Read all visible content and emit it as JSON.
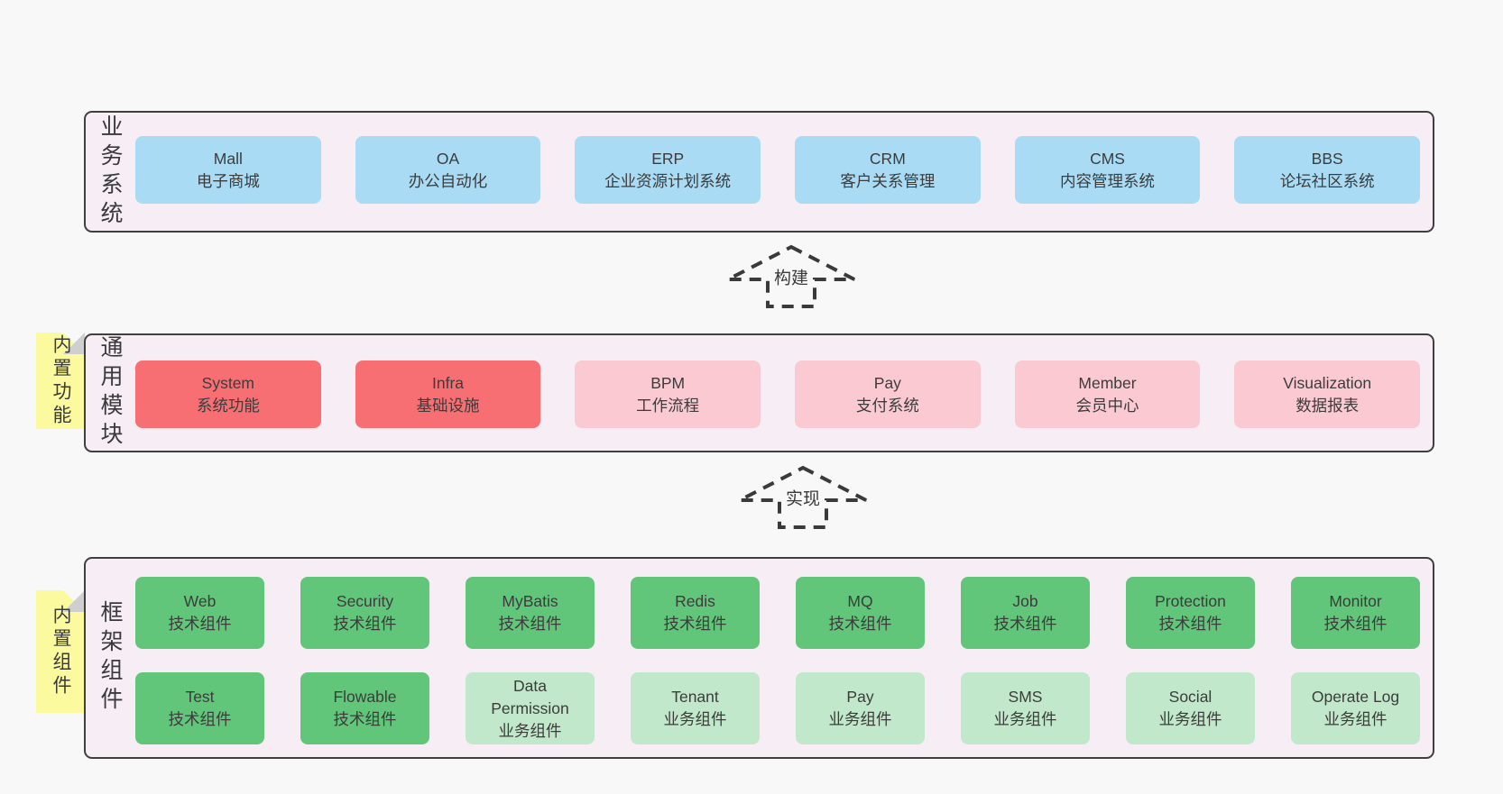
{
  "layers": {
    "business": {
      "label": "业务系统",
      "items": [
        {
          "title": "Mall",
          "subtitle": "电子商城"
        },
        {
          "title": "OA",
          "subtitle": "办公自动化"
        },
        {
          "title": "ERP",
          "subtitle": "企业资源计划系统"
        },
        {
          "title": "CRM",
          "subtitle": "客户关系管理"
        },
        {
          "title": "CMS",
          "subtitle": "内容管理系统"
        },
        {
          "title": "BBS",
          "subtitle": "论坛社区系统"
        }
      ]
    },
    "modules": {
      "label": "通用模块",
      "note": "内置功能",
      "items": [
        {
          "title": "System",
          "subtitle": "系统功能"
        },
        {
          "title": "Infra",
          "subtitle": "基础设施"
        },
        {
          "title": "BPM",
          "subtitle": "工作流程"
        },
        {
          "title": "Pay",
          "subtitle": "支付系统"
        },
        {
          "title": "Member",
          "subtitle": "会员中心"
        },
        {
          "title": "Visualization",
          "subtitle": "数据报表"
        }
      ]
    },
    "components": {
      "label": "框架组件",
      "note": "内置组件",
      "row1": [
        {
          "title": "Web",
          "subtitle": "技术组件"
        },
        {
          "title": "Security",
          "subtitle": "技术组件"
        },
        {
          "title": "MyBatis",
          "subtitle": "技术组件"
        },
        {
          "title": "Redis",
          "subtitle": "技术组件"
        },
        {
          "title": "MQ",
          "subtitle": "技术组件"
        },
        {
          "title": "Job",
          "subtitle": "技术组件"
        },
        {
          "title": "Protection",
          "subtitle": "技术组件"
        },
        {
          "title": "Monitor",
          "subtitle": "技术组件"
        }
      ],
      "row2": [
        {
          "title": "Test",
          "subtitle": "技术组件"
        },
        {
          "title": "Flowable",
          "subtitle": "技术组件"
        },
        {
          "title": "Data Permission",
          "subtitle": "业务组件"
        },
        {
          "title": "Tenant",
          "subtitle": "业务组件"
        },
        {
          "title": "Pay",
          "subtitle": "业务组件"
        },
        {
          "title": "SMS",
          "subtitle": "业务组件"
        },
        {
          "title": "Social",
          "subtitle": "业务组件"
        },
        {
          "title": "Operate Log",
          "subtitle": "业务组件"
        }
      ]
    }
  },
  "arrows": {
    "build": {
      "label": "构建"
    },
    "implement": {
      "label": "实现"
    }
  },
  "colors": {
    "page_bg": "#f8f8f8",
    "panel_bg": "#f7edf5",
    "panel_border": "#3f3f3f",
    "system_blue": "#a9dcf4",
    "module_red": "#f76f73",
    "module_pink": "#fbc9d2",
    "component_green_dark": "#61c679",
    "component_green_light": "#c1e8ca",
    "note_yellow": "#fbfa9e",
    "note_fold_grey": "#cfcfcf",
    "text": "#3c3c3c"
  }
}
